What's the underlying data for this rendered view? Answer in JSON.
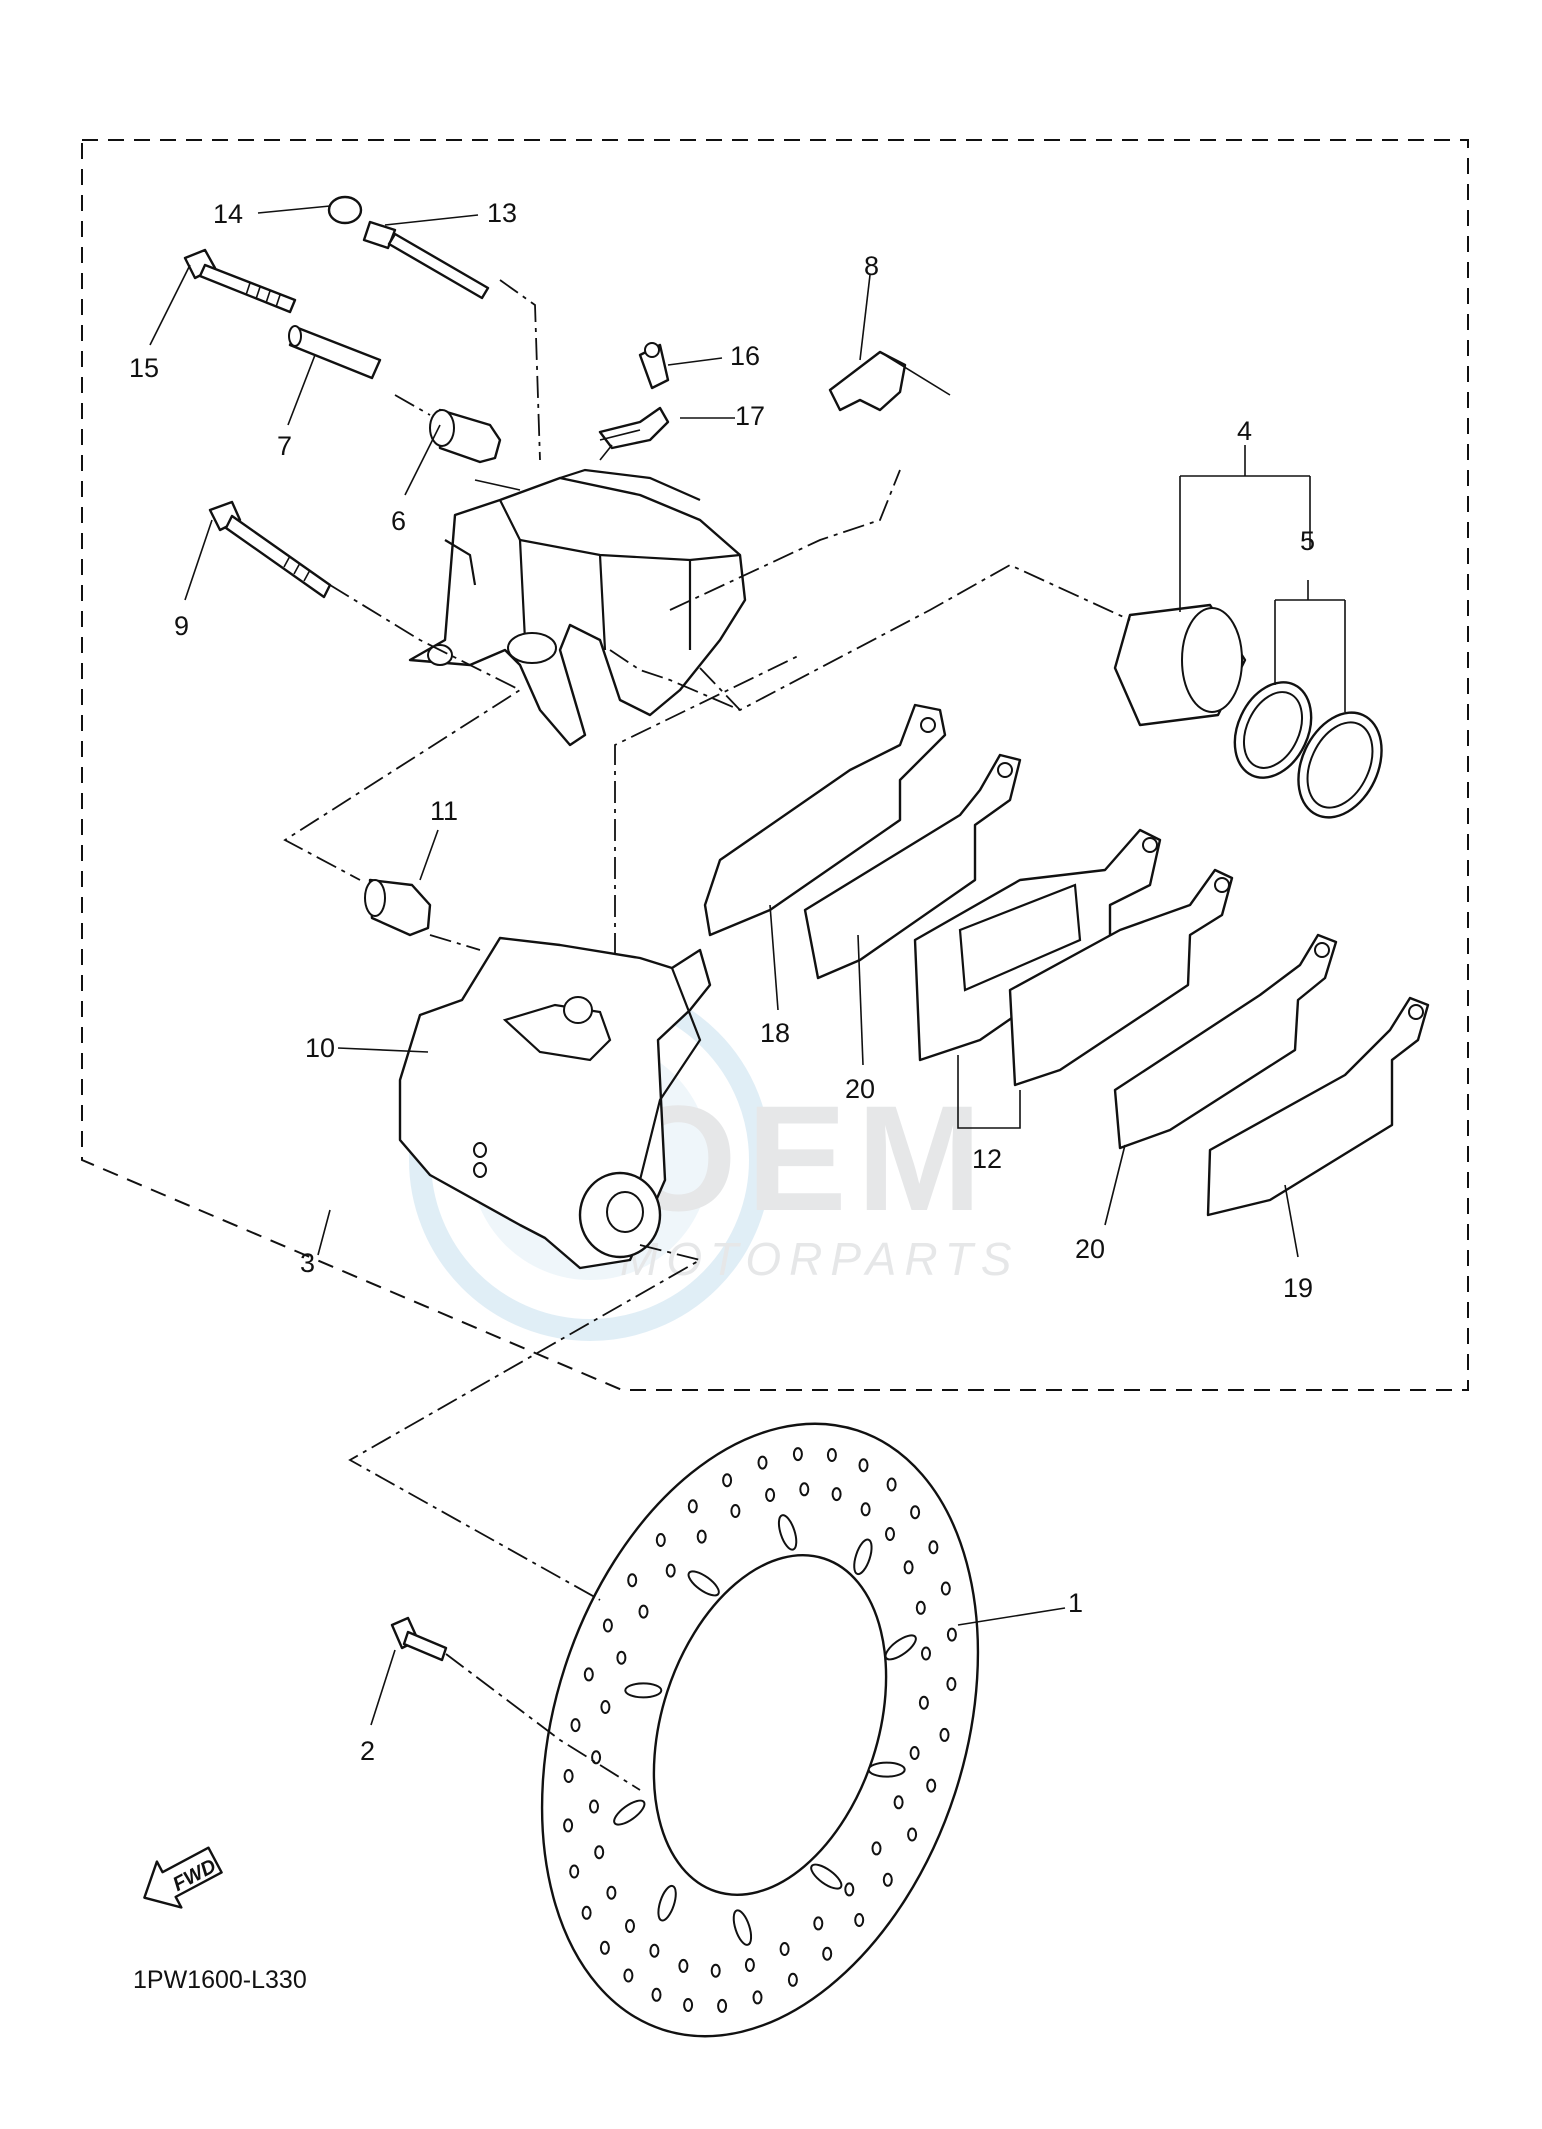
{
  "diagram": {
    "code": "1PW1600-L330",
    "fwd_label": "FWD",
    "watermark": {
      "brand": "OEM",
      "sub": "MOTORPARTS"
    },
    "parts": [
      {
        "id": "part-1",
        "label": "1"
      },
      {
        "id": "part-2",
        "label": "2"
      },
      {
        "id": "part-3",
        "label": "3"
      },
      {
        "id": "part-4",
        "label": "4"
      },
      {
        "id": "part-5",
        "label": "5"
      },
      {
        "id": "part-6",
        "label": "6"
      },
      {
        "id": "part-7",
        "label": "7"
      },
      {
        "id": "part-8",
        "label": "8"
      },
      {
        "id": "part-9",
        "label": "9"
      },
      {
        "id": "part-10",
        "label": "10"
      },
      {
        "id": "part-11",
        "label": "11"
      },
      {
        "id": "part-12",
        "label": "12"
      },
      {
        "id": "part-13",
        "label": "13"
      },
      {
        "id": "part-14",
        "label": "14"
      },
      {
        "id": "part-15",
        "label": "15"
      },
      {
        "id": "part-16",
        "label": "16"
      },
      {
        "id": "part-17",
        "label": "17"
      },
      {
        "id": "part-18",
        "label": "18"
      },
      {
        "id": "part-19",
        "label": "19"
      },
      {
        "id": "part-20a",
        "label": "20"
      },
      {
        "id": "part-20b",
        "label": "20"
      }
    ]
  }
}
